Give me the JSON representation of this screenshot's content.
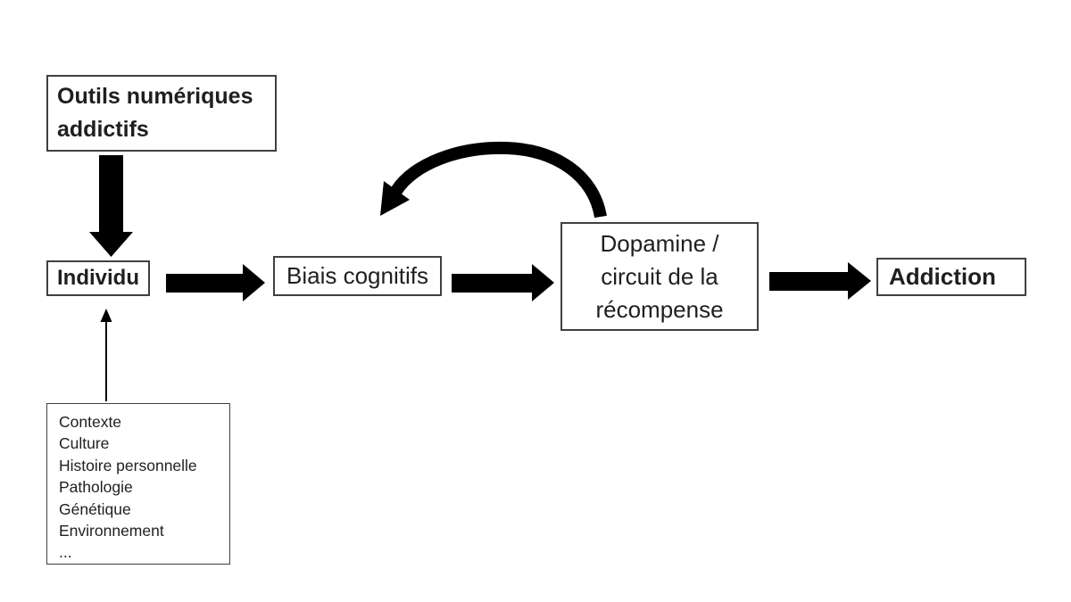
{
  "colors": {
    "background": "#ffffff",
    "arrow": "#000000",
    "border": "#404040",
    "text": "#1f1f1f"
  },
  "nodes": {
    "outils": {
      "label": "Outils numériques addictifs"
    },
    "individu": {
      "label": "Individu"
    },
    "biais": {
      "label": "Biais cognitifs"
    },
    "dopamine": {
      "lines": [
        "Dopamine /",
        "circuit de la",
        "récompense"
      ]
    },
    "addiction": {
      "label": "Addiction"
    },
    "facteurs": {
      "items": [
        "Contexte",
        "Culture",
        "Histoire personnelle",
        "Pathologie",
        "Génétique",
        "Environnement",
        "..."
      ]
    }
  },
  "arrows": {
    "outils_to_individu": "thick down arrow",
    "individu_to_biais": "thick right arrow",
    "biais_to_dopamine": "thick right arrow",
    "dopamine_to_addiction": "thick right arrow",
    "dopamine_feedback_to_biais": "curved arrow looping back left",
    "facteurs_to_individu": "thin up arrow"
  }
}
